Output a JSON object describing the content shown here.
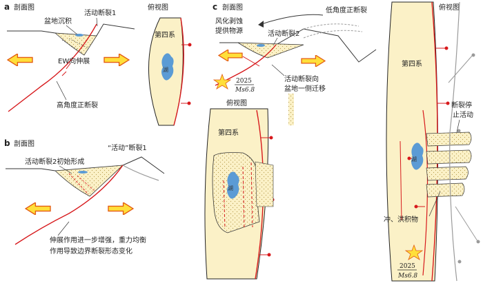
{
  "panel_a": {
    "letter": "a",
    "section_title": "剖面图",
    "plan_title": "俯视图",
    "basin_deposit": "盆地沉积",
    "active_fault": "活动断裂1",
    "extension": "EW向伸展",
    "high_angle_fault": "高角度正断裂",
    "quaternary": "第四系",
    "lake": "湖"
  },
  "panel_b": {
    "letter": "b",
    "section_title": "剖面图",
    "fault2_forming": "活动断裂2初始形成",
    "active_fault1": "“活动”断裂1",
    "note_line1": "伸展作用进一步增强，重力均衡",
    "note_line2": "作用导致边界断裂形态变化"
  },
  "panel_c": {
    "letter": "c",
    "section_title": "剖面图",
    "weathering_line1": "风化剥蚀",
    "weathering_line2": "提供物源",
    "low_angle_fault": "低角度正断裂",
    "active_fault2": "活动断裂2",
    "migration_line1": "活动断裂向",
    "migration_line2": "盆地一侧迁移",
    "quake_year": "2025",
    "quake_mag": "Ms6.8",
    "plan_title": "俯视图",
    "quaternary": "第四系",
    "lake": "湖"
  },
  "panel_right": {
    "plan_title": "俯视图",
    "quaternary": "第四系",
    "fault_stop_line1": "断裂停",
    "fault_stop_line2": "止活动",
    "alluvial": "冲、洪积物",
    "lake": "湖",
    "quake_year": "2025",
    "quake_mag": "Ms6.8"
  },
  "colors": {
    "fault_red": "#d7191c",
    "sediment_fill": "#fbf1c7",
    "water_blue": "#5b9bd5",
    "arrow_yellow": "#ffdf3a",
    "arrow_stroke": "#e35b12",
    "grey_fault": "#9a9a9a"
  }
}
